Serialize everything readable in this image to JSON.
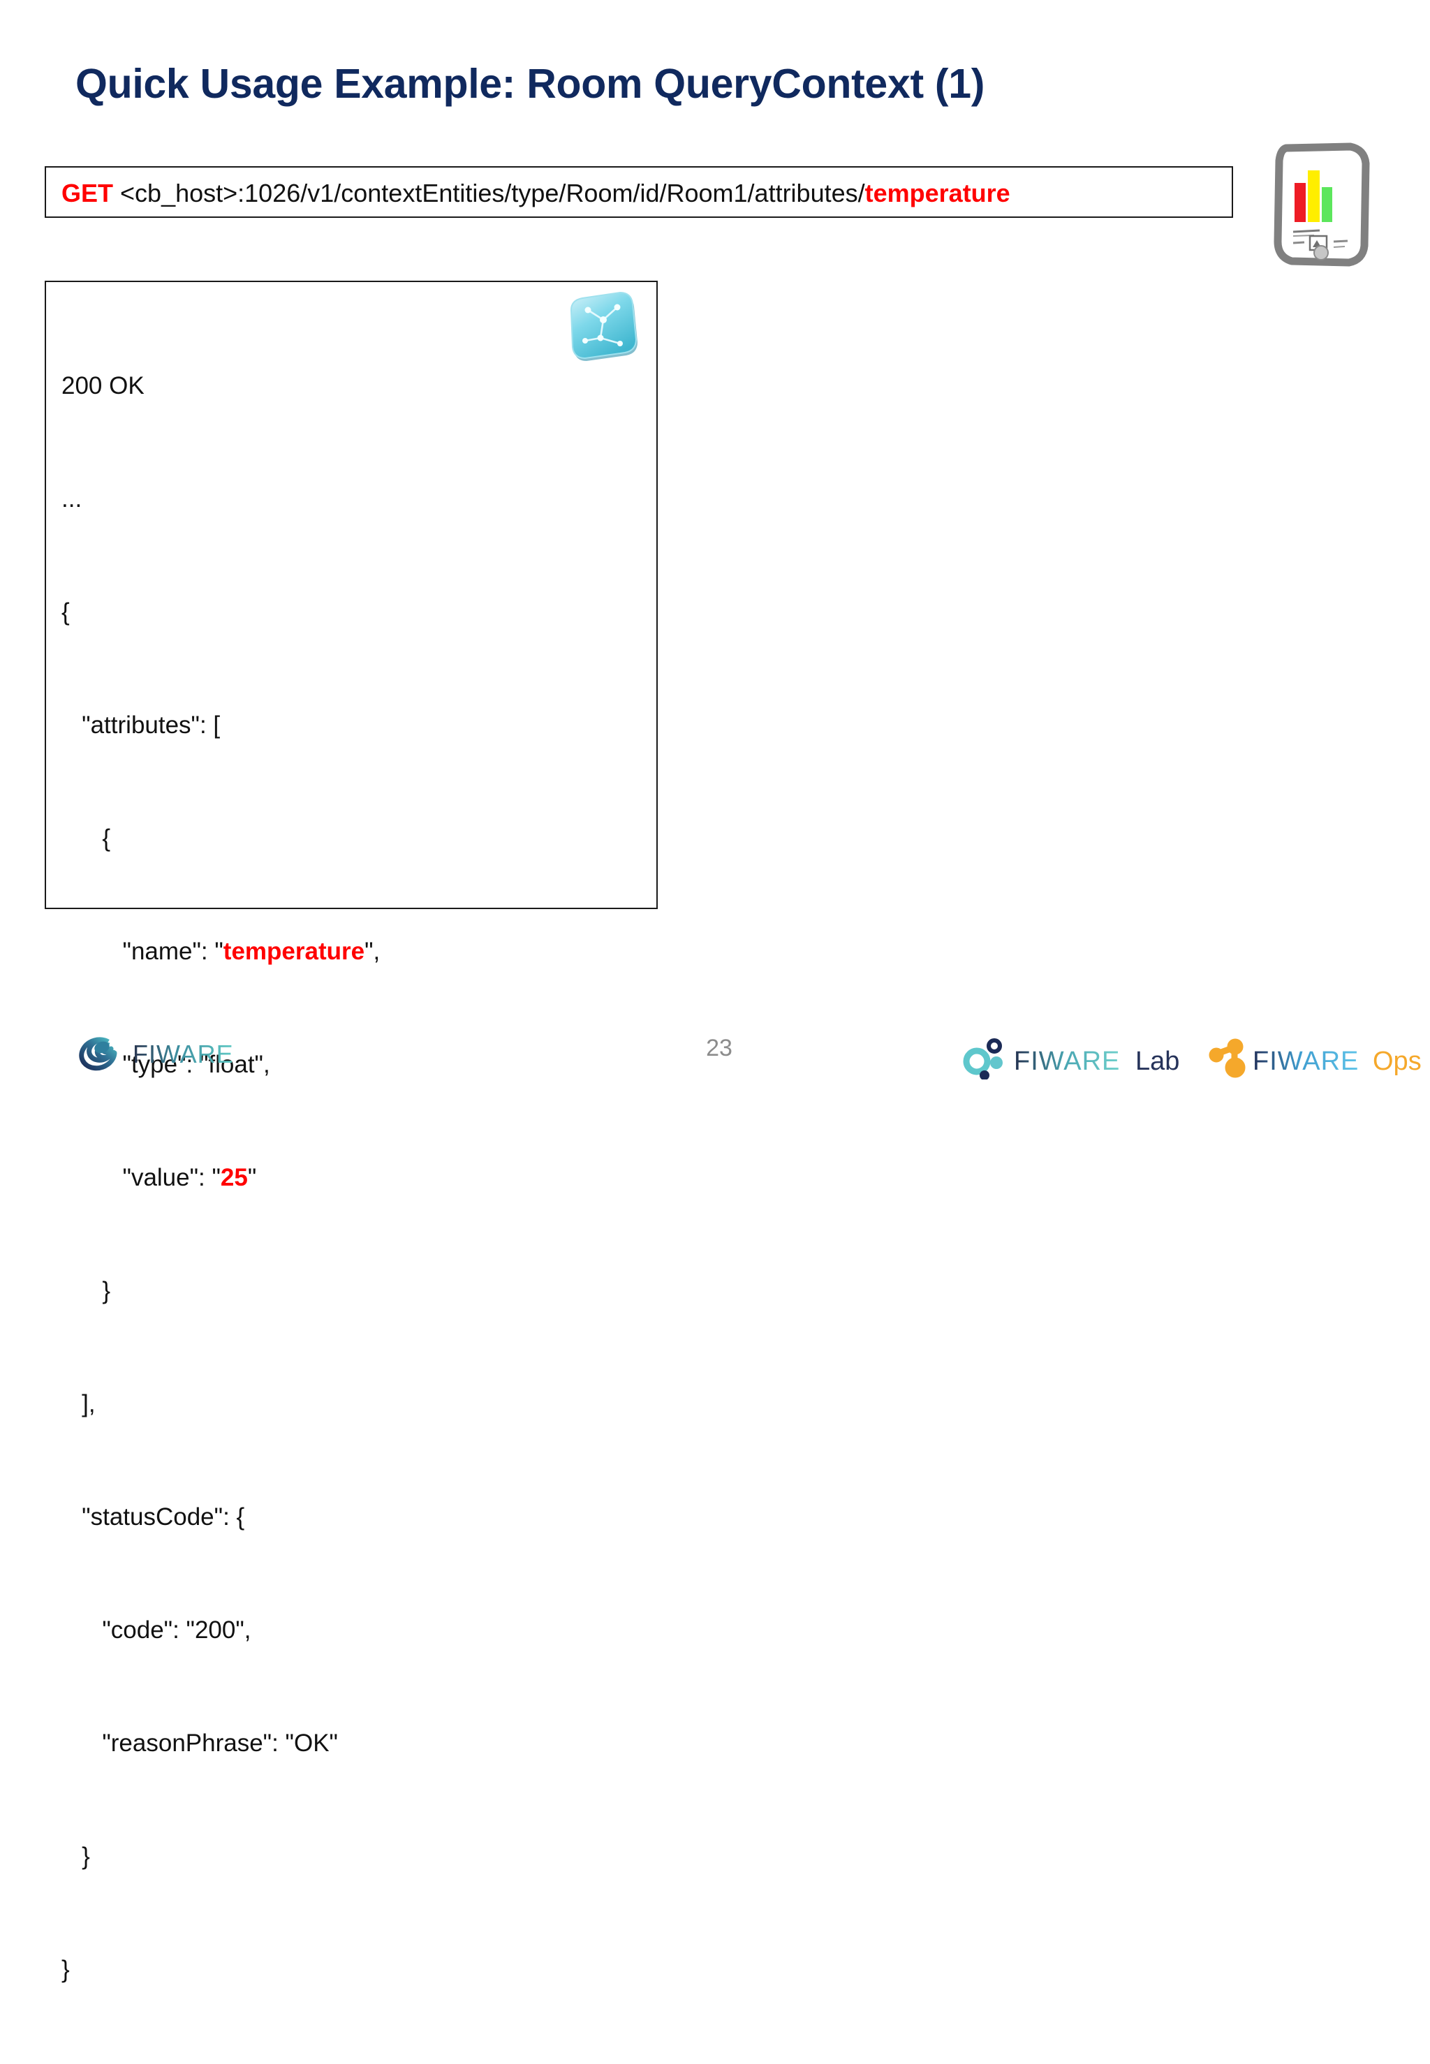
{
  "slide": {
    "title": "Quick Usage Example: Room QueryContext (1)",
    "page_number": "23"
  },
  "colors": {
    "title_navy": "#10295e",
    "highlight_red": "#ff0000",
    "body_black": "#111111",
    "page_number_gray": "#8c8c8c",
    "broker_icon_cyan": "#6fd6e8",
    "device_sketch_gray": "#808080",
    "bar_red": "#ee1c25",
    "bar_yellow": "#ffee00",
    "bar_green": "#5ce65c",
    "fiware_navy": "#1b2a56",
    "fiware_teal": "#5bc4c4",
    "ops_orange": "#f5a82b",
    "ops_blue": "#4ab3e0"
  },
  "request": {
    "method": "GET",
    "url_plain": " <cb_host>:1026/v1/contextEntities/type/Room/id/Room1/attributes/",
    "url_highlight": "temperature"
  },
  "response": {
    "status_line": "200 OK",
    "ellipsis": "...",
    "lines": [
      {
        "text": "{"
      },
      {
        "text": "   \"attributes\": ["
      },
      {
        "text": "      {"
      },
      {
        "pre": "         \"name\": \"",
        "hl": "temperature",
        "post": "\","
      },
      {
        "text": "         \"type\": \"float\","
      },
      {
        "pre": "         \"value\": \"",
        "hl": "25",
        "post": "\""
      },
      {
        "text": "      }"
      },
      {
        "text": "   ],"
      },
      {
        "text": "   \"statusCode\": {"
      },
      {
        "text": "      \"code\": \"200\","
      },
      {
        "text": "      \"reasonPhrase\": \"OK\""
      },
      {
        "text": "   }"
      },
      {
        "text": "}"
      }
    ]
  },
  "icons": {
    "context_broker": "context-broker-icon",
    "mobile_device": "mobile-device-icon"
  },
  "footer": {
    "fiware_logo_text": "FIWARE",
    "fiware_lab_logo_text": "FIWARE Lab",
    "fiware_lab_word_main": "FIWARE",
    "fiware_lab_word_suffix": "Lab",
    "fiware_ops_word_main": "FIWARE",
    "fiware_ops_word_suffix": "Ops"
  }
}
